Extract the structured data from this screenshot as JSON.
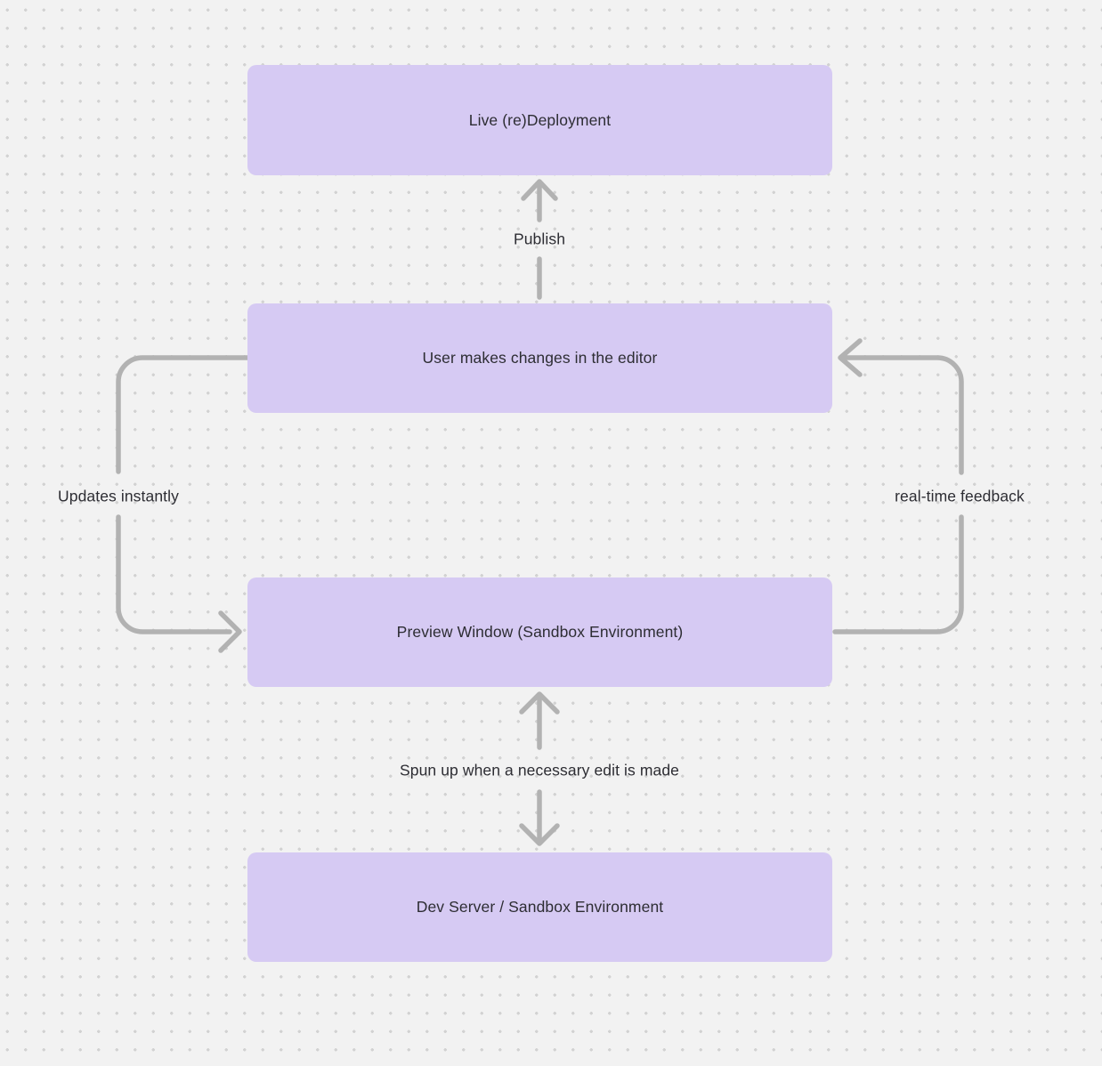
{
  "diagram": {
    "background_color": "#f2f2f2",
    "dot_color": "#d2d2d2",
    "node_fill_color": "#d6caf3",
    "arrow_color": "#b2b2b2",
    "text_color": "#2d2d33"
  },
  "nodes": [
    {
      "label": "Live (re)Deployment"
    },
    {
      "label": "User makes changes in the editor"
    },
    {
      "label": "Preview Window (Sandbox Environment)"
    },
    {
      "label": "Dev Server / Sandbox Environment"
    }
  ],
  "edges": [
    {
      "label": "Publish",
      "from": "User makes changes in the editor",
      "to": "Live (re)Deployment"
    },
    {
      "label": "Updates instantly",
      "from": "User makes changes in the editor",
      "to": "Preview Window (Sandbox Environment)"
    },
    {
      "label": "real-time feedback",
      "from": "Preview Window (Sandbox Environment)",
      "to": "User makes changes in the editor"
    },
    {
      "label": "Spun up when a necessary edit is made",
      "from": "Preview Window (Sandbox Environment)",
      "to": "Dev Server / Sandbox Environment",
      "bidirectional": true
    }
  ]
}
